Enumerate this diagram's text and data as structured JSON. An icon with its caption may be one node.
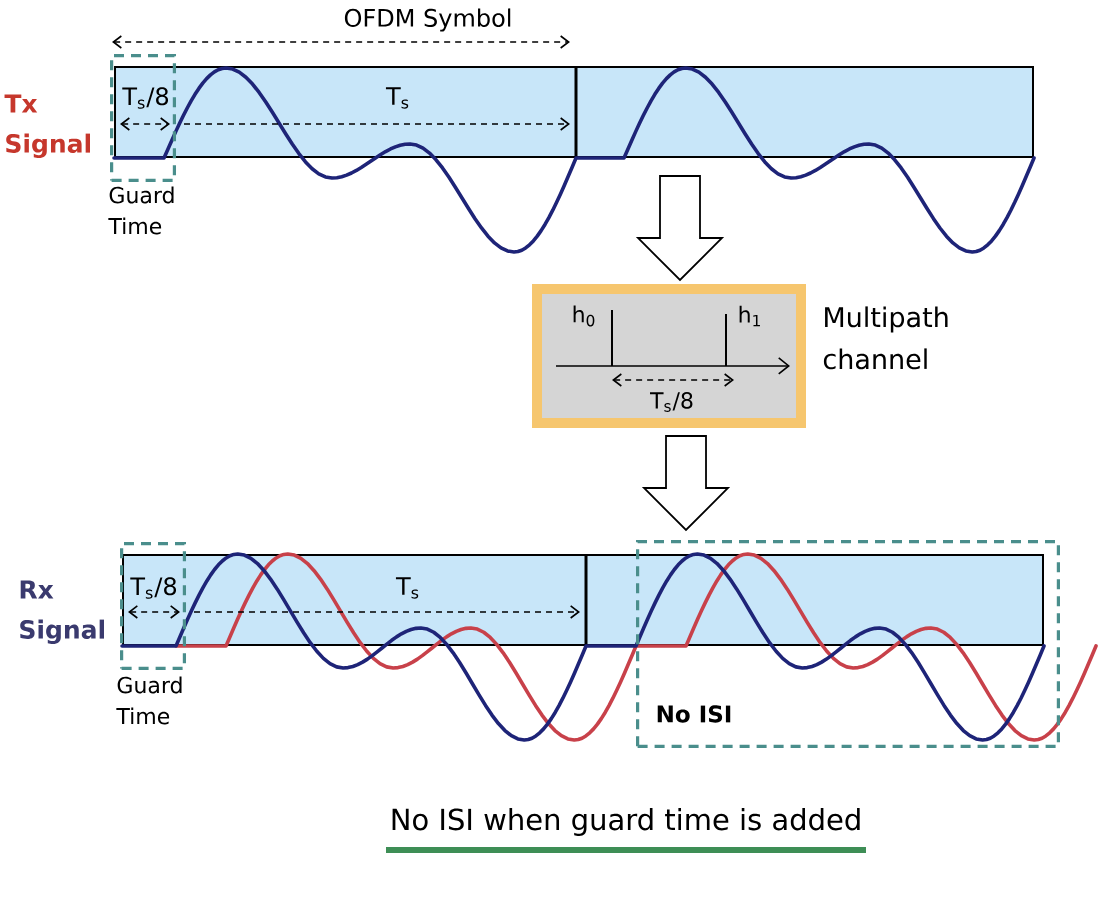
{
  "diagram": {
    "nodes": [
      {
        "text": [
          "Tx Signal",
          "T$_{s}$"
        ]
      },
      {
        "text": [
          "T$_{s}$/8"
        ],
        "beside": [
          "Guard Time"
        ]
      },
      {
        "text": [
          "h$_{0}$",
          "h$_{1}$",
          "T$_{s}$/8"
        ],
        "beside": [
          "Multipath channel"
        ]
      },
      {
        "text": [
          "Rx Signal",
          "T$_{s}$"
        ]
      },
      {
        "text": [
          "T$_{s}$/8"
        ],
        "beside": [
          "Guard Time"
        ]
      },
      {
        "text": [
          "No ISI"
        ]
      }
    ],
    "edges": [
      {
        "from": 0,
        "to": 2,
        "arrow": "to"
      },
      {
        "from": 2,
        "to": 3,
        "arrow": "to"
      }
    ],
    "labels": [
      "OFDM Symbol"
    ],
    "caption": "No ISI when guard time is added"
  }
}
